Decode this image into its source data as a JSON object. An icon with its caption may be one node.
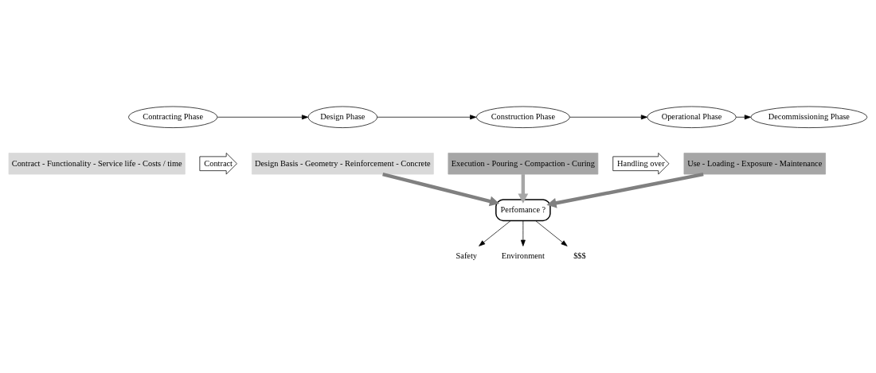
{
  "diagram": {
    "nodes": [
      {
        "text": [
          "Contracting Phase"
        ]
      },
      {
        "text": [
          "Design Phase"
        ]
      },
      {
        "text": [
          "Construction Phase"
        ]
      },
      {
        "text": [
          "Operational Phase"
        ]
      },
      {
        "text": [
          "Decommissioning Phase"
        ]
      },
      {
        "text": [
          "Contract - Functionality - Service life - Costs / time"
        ]
      },
      {
        "text": [
          "Contract"
        ]
      },
      {
        "text": [
          "Design Basis - Geometry - Reinforcement - Concrete"
        ]
      },
      {
        "text": [
          "Execution - Pouring - Compaction - Curing"
        ]
      },
      {
        "text": [
          "Handling over"
        ]
      },
      {
        "text": [
          "Use - Loading - Exposure - Maintenance"
        ]
      },
      {
        "text": [
          "Perfomance ?"
        ]
      },
      {
        "text": [
          "Safety"
        ]
      },
      {
        "text": [
          "Environment"
        ]
      },
      {
        "text": [
          "$$$"
        ]
      }
    ],
    "edges": [
      {
        "from": 0,
        "to": 1,
        "arrow": "to"
      },
      {
        "from": 1,
        "to": 2,
        "arrow": "to"
      },
      {
        "from": 2,
        "to": 3,
        "arrow": "to"
      },
      {
        "from": 3,
        "to": 4,
        "arrow": "to"
      },
      {
        "from": 7,
        "to": 11,
        "arrow": "to",
        "style": "thick",
        "color": "#808080"
      },
      {
        "from": 8,
        "to": 11,
        "arrow": "to",
        "style": "thick",
        "color": "#a6a6a6"
      },
      {
        "from": 10,
        "to": 11,
        "arrow": "to",
        "style": "thick",
        "color": "#808080"
      },
      {
        "from": 11,
        "to": 12,
        "arrow": "to"
      },
      {
        "from": 11,
        "to": 13,
        "arrow": "to"
      },
      {
        "from": 11,
        "to": 14,
        "arrow": "to"
      }
    ]
  }
}
